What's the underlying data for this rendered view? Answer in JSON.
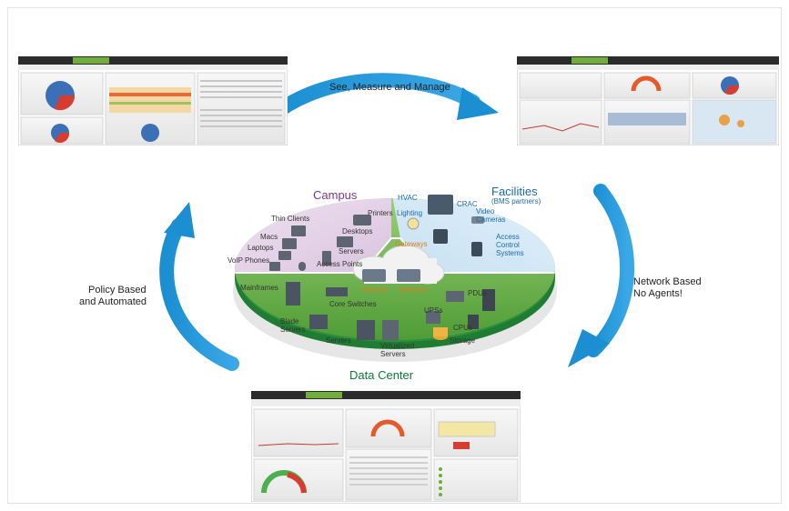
{
  "flow": {
    "top_caption": "See, Measure and Manage",
    "right_caption": [
      "Network Based",
      "No Agents!"
    ],
    "left_caption": [
      "Policy Based",
      "and Automated"
    ]
  },
  "sections": {
    "campus": "Campus",
    "facilities": "Facilities",
    "facilities_sub": "(BMS partners)",
    "data_center": "Data Center"
  },
  "campus_items": {
    "thin_clients": "Thin Clients",
    "printers": "Printers",
    "macs": "Macs",
    "desktops": "Desktops",
    "laptops": "Laptops",
    "servers": "Servers",
    "voip": "VoIP Phones",
    "access_points": "Access Points"
  },
  "facilities_items": {
    "hvac": "HVAC",
    "crac": "CRAC",
    "lighting": "Lighting",
    "video": [
      "Video",
      "Cameras"
    ],
    "gateways": "Gateways",
    "access_control": [
      "Access",
      "Control",
      "Systems"
    ]
  },
  "core": {
    "routers": "Routers",
    "switches": "Switches"
  },
  "dc_items": {
    "mainframes": "Mainframes",
    "core_switches": "Core Switches",
    "pdus": "PDUs",
    "upss": "UPSs",
    "blade": [
      "Blade",
      "Servers"
    ],
    "cpus": "CPUs",
    "servers": "Servers",
    "virtualized": [
      "Virtualized",
      "Servers"
    ],
    "storage": "Storage"
  },
  "colors": {
    "arrow": "#1b8fd2",
    "campus": "#7a3a8a",
    "facilities": "#1a6aa8",
    "data_center": "#0b7a3a",
    "orange": "#e07b1a"
  }
}
